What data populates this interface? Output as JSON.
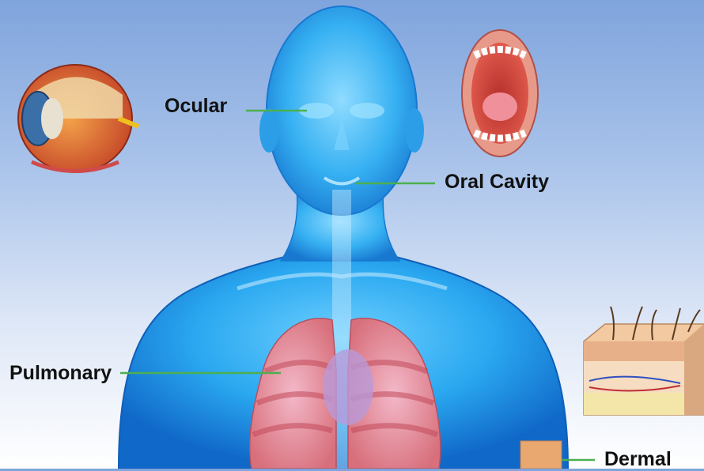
{
  "labels": {
    "ocular": "Ocular",
    "oral_cavity": "Oral Cavity",
    "pulmonary": "Pulmonary",
    "dermal": "Dermal"
  },
  "colors": {
    "body": "#2aa8f0",
    "body_dark": "#1068c8",
    "lungs": "#e07a7a",
    "leader_line": "#4caf50",
    "skin": "#f2c9a0"
  },
  "icons": [
    "eye-anatomy-icon",
    "open-mouth-icon",
    "skin-cross-section-icon",
    "skin-swatch-icon"
  ]
}
